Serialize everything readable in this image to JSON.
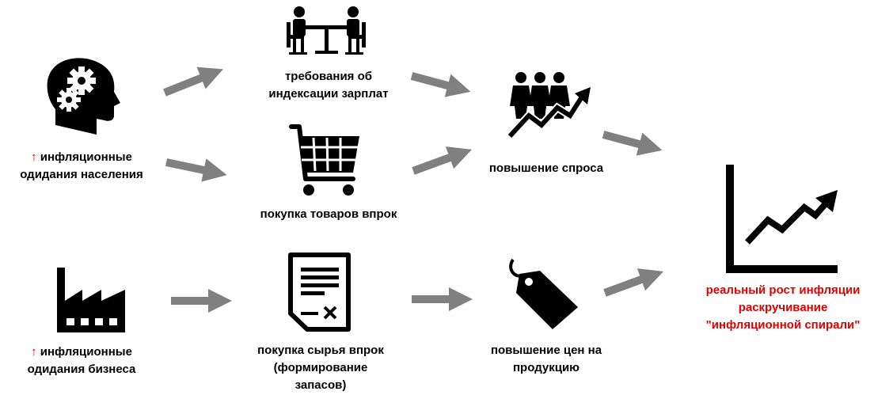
{
  "colors": {
    "accent": "#e00000",
    "arrow": "#808080",
    "icon": "#000000"
  },
  "nodes": {
    "household": {
      "icon": "head-gears-icon",
      "arrow_glyph": "↑",
      "line1": "инфляционные",
      "line2": "одидания населения"
    },
    "business": {
      "icon": "factory-icon",
      "arrow_glyph": "↑",
      "line1": "инфляционные",
      "line2": "одидания бизнеса"
    },
    "wages": {
      "icon": "negotiation-table-icon",
      "line1": "требования об",
      "line2": "индексации зарплат"
    },
    "stockpile": {
      "icon": "shopping-cart-icon",
      "line1": "покупка товаров впрок"
    },
    "raw": {
      "icon": "document-icon",
      "line1": "покупка сырья впрок",
      "line2": "(формирование",
      "line3": "запасов)"
    },
    "demand": {
      "icon": "people-growth-icon",
      "line1": "повышение спроса"
    },
    "prices": {
      "icon": "price-tag-icon",
      "line1": "повышение цен на",
      "line2": "продукцию"
    },
    "inflation": {
      "icon": "growth-chart-icon",
      "line1": "реальный рост инфляции",
      "line2": "раскручивание",
      "line3": "\"инфляционной спирали\""
    }
  }
}
